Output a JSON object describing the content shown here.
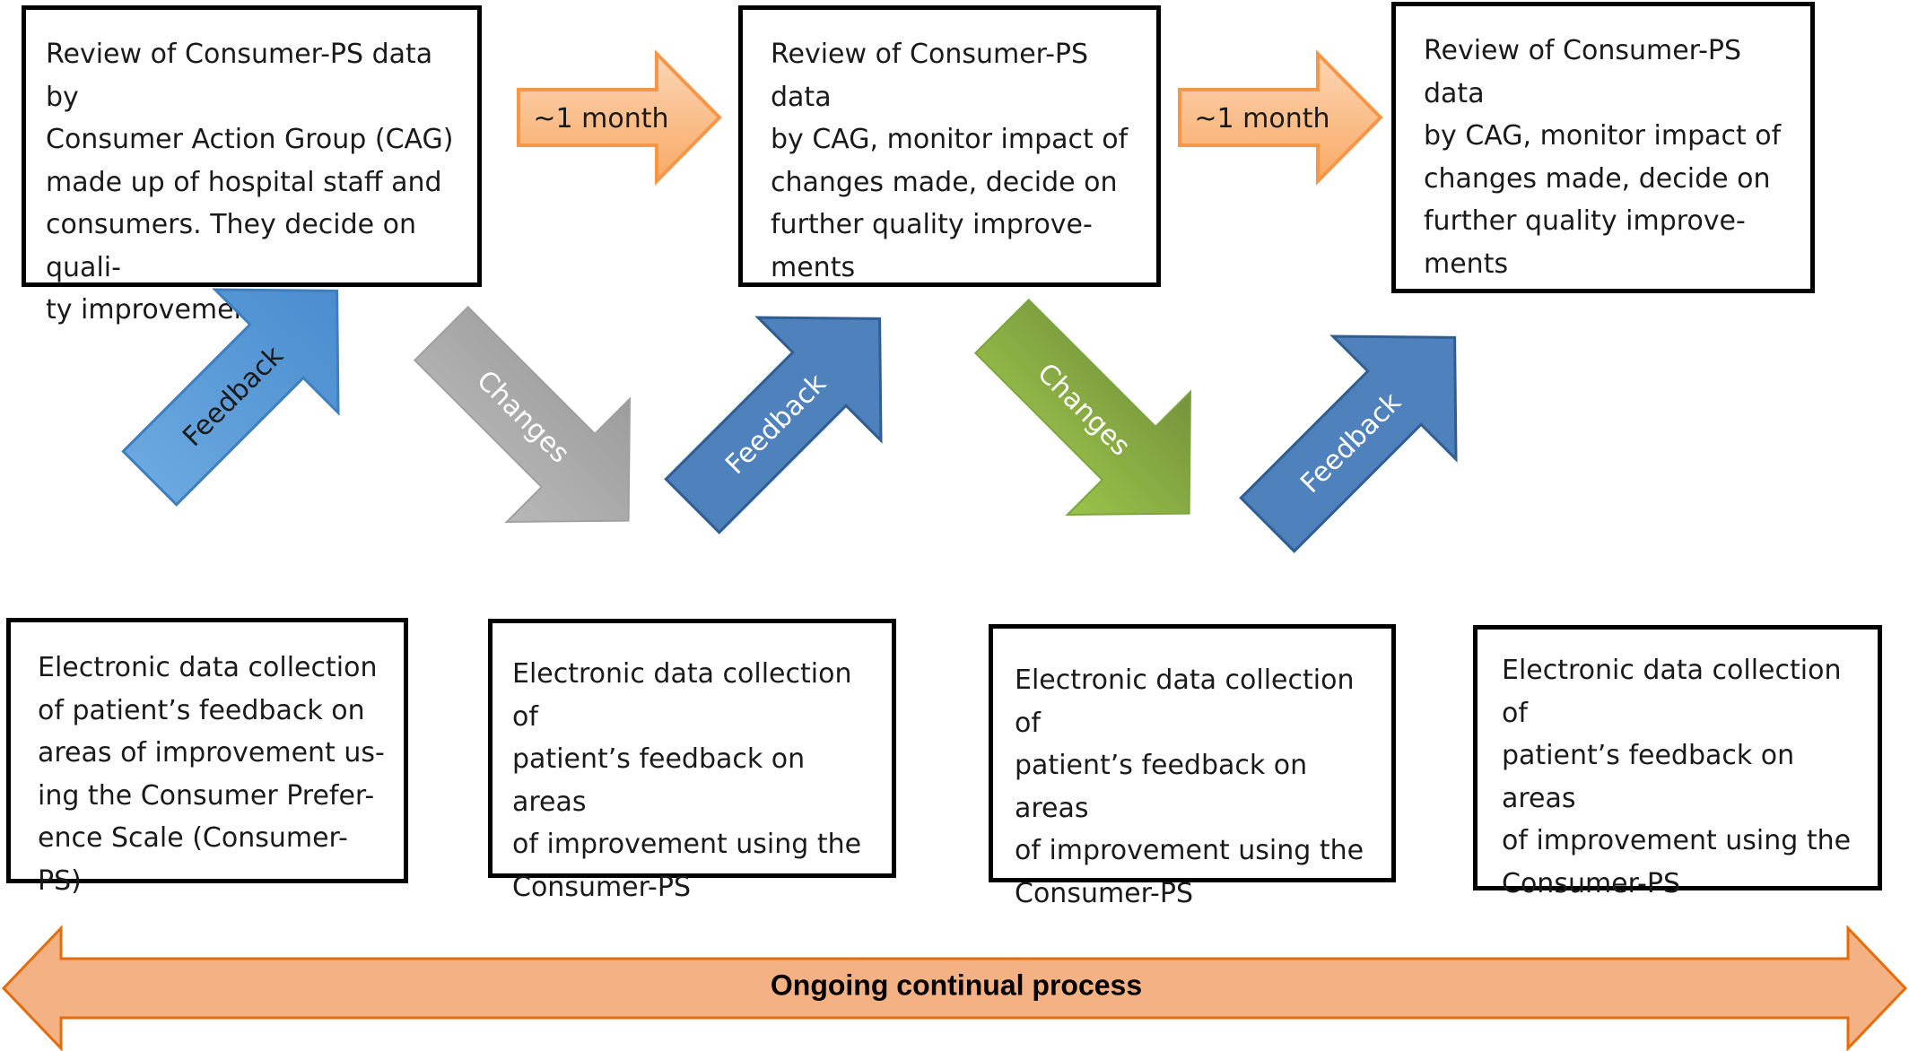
{
  "top_boxes": [
    {
      "text": "Review of Consumer-PS data by\nConsumer Action Group (CAG)\nmade up of hospital staff and\nconsumers. They decide on quali-\nty improvements"
    },
    {
      "text": "Review of Consumer-PS data\nby CAG, monitor impact of\nchanges made, decide on\nfurther quality improve-\nments"
    },
    {
      "text": "Review of Consumer-PS data\nby CAG, monitor impact of\nchanges made, decide on\nfurther quality improve-\nments"
    }
  ],
  "bottom_boxes": [
    {
      "text": "Electronic data collection\nof patient’s feedback on\nareas of improvement us-\ning the Consumer Prefer-\nence Scale (Consumer-PS)"
    },
    {
      "text": "Electronic data collection of\npatient’s feedback on areas\nof improvement using the\nConsumer-PS"
    },
    {
      "text": "Electronic data collection of\npatient’s feedback on areas\nof improvement using the\nConsumer-PS"
    },
    {
      "text": "Electronic data collection of\npatient’s feedback on areas\nof improvement using the\nConsumer-PS"
    }
  ],
  "time_arrows": [
    {
      "label": "~1 month"
    },
    {
      "label": "~1 month"
    }
  ],
  "diagonal_arrows": [
    {
      "label": "Feedback",
      "color": "#5b9bd5"
    },
    {
      "label": "Changes",
      "color": "#a6a6a6"
    },
    {
      "label": "Feedback",
      "color": "#4f81bd"
    },
    {
      "label": "Changes",
      "color": "#8db843"
    },
    {
      "label": "Feedback",
      "color": "#4f81bd"
    }
  ],
  "process_arrow": {
    "label": "Ongoing continual process",
    "color": "#f4b183"
  },
  "colors": {
    "time_arrow_fill": "#fbc08f",
    "time_arrow_stroke": "#f79646",
    "box_border": "#000000"
  }
}
